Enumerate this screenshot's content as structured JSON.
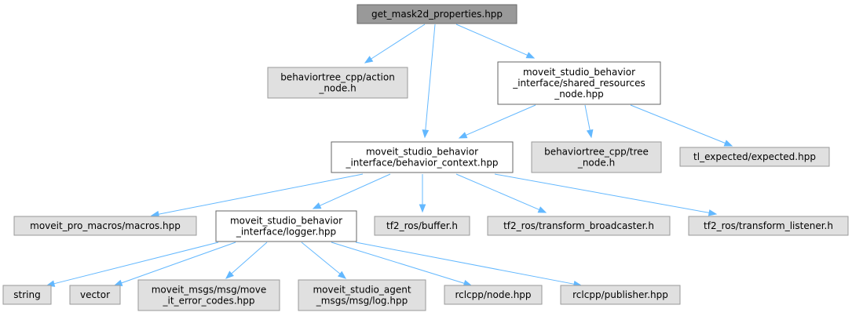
{
  "colors": {
    "root_fill": "#999999",
    "root_stroke": "#666666",
    "internal_fill": "#ffffff",
    "internal_stroke": "#666666",
    "leaf_fill": "#e0e0e0",
    "leaf_stroke": "#999999",
    "edge": "#63b8ff",
    "text": "#000000"
  },
  "nodes": [
    {
      "id": "root",
      "kind": "root",
      "lines": [
        "get_mask2d_properties.hpp"
      ]
    },
    {
      "id": "bt_action_node",
      "kind": "leaf",
      "lines": [
        "behaviortree_cpp/action",
        "_node.h"
      ]
    },
    {
      "id": "shared_resources_node",
      "kind": "internal",
      "lines": [
        "moveit_studio_behavior",
        "_interface/shared_resources",
        "_node.hpp"
      ]
    },
    {
      "id": "behavior_context",
      "kind": "internal",
      "lines": [
        "moveit_studio_behavior",
        "_interface/behavior_context.hpp"
      ]
    },
    {
      "id": "bt_tree_node",
      "kind": "leaf",
      "lines": [
        "behaviortree_cpp/tree",
        "_node.h"
      ]
    },
    {
      "id": "tl_expected",
      "kind": "leaf",
      "lines": [
        "tl_expected/expected.hpp"
      ]
    },
    {
      "id": "macros",
      "kind": "leaf",
      "lines": [
        "moveit_pro_macros/macros.hpp"
      ]
    },
    {
      "id": "logger",
      "kind": "internal",
      "lines": [
        "moveit_studio_behavior",
        "_interface/logger.hpp"
      ]
    },
    {
      "id": "tf2_buffer",
      "kind": "leaf",
      "lines": [
        "tf2_ros/buffer.h"
      ]
    },
    {
      "id": "tf2_broadcaster",
      "kind": "leaf",
      "lines": [
        "tf2_ros/transform_broadcaster.h"
      ]
    },
    {
      "id": "tf2_listener",
      "kind": "leaf",
      "lines": [
        "tf2_ros/transform_listener.h"
      ]
    },
    {
      "id": "string",
      "kind": "leaf",
      "lines": [
        "string"
      ]
    },
    {
      "id": "vector",
      "kind": "leaf",
      "lines": [
        "vector"
      ]
    },
    {
      "id": "move_it_error_codes",
      "kind": "leaf",
      "lines": [
        "moveit_msgs/msg/move",
        "_it_error_codes.hpp"
      ]
    },
    {
      "id": "agent_log",
      "kind": "leaf",
      "lines": [
        "moveit_studio_agent",
        "_msgs/msg/log.hpp"
      ]
    },
    {
      "id": "rclcpp_node",
      "kind": "leaf",
      "lines": [
        "rclcpp/node.hpp"
      ]
    },
    {
      "id": "rclcpp_publisher",
      "kind": "leaf",
      "lines": [
        "rclcpp/publisher.hpp"
      ]
    }
  ],
  "edges": [
    {
      "from": "root",
      "to": "bt_action_node"
    },
    {
      "from": "root",
      "to": "behavior_context"
    },
    {
      "from": "root",
      "to": "shared_resources_node"
    },
    {
      "from": "shared_resources_node",
      "to": "behavior_context"
    },
    {
      "from": "shared_resources_node",
      "to": "bt_tree_node"
    },
    {
      "from": "shared_resources_node",
      "to": "tl_expected"
    },
    {
      "from": "behavior_context",
      "to": "macros"
    },
    {
      "from": "behavior_context",
      "to": "logger"
    },
    {
      "from": "behavior_context",
      "to": "tf2_buffer"
    },
    {
      "from": "behavior_context",
      "to": "tf2_broadcaster"
    },
    {
      "from": "behavior_context",
      "to": "tf2_listener"
    },
    {
      "from": "logger",
      "to": "string"
    },
    {
      "from": "logger",
      "to": "vector"
    },
    {
      "from": "logger",
      "to": "move_it_error_codes"
    },
    {
      "from": "logger",
      "to": "agent_log"
    },
    {
      "from": "logger",
      "to": "rclcpp_node"
    },
    {
      "from": "logger",
      "to": "rclcpp_publisher"
    }
  ]
}
